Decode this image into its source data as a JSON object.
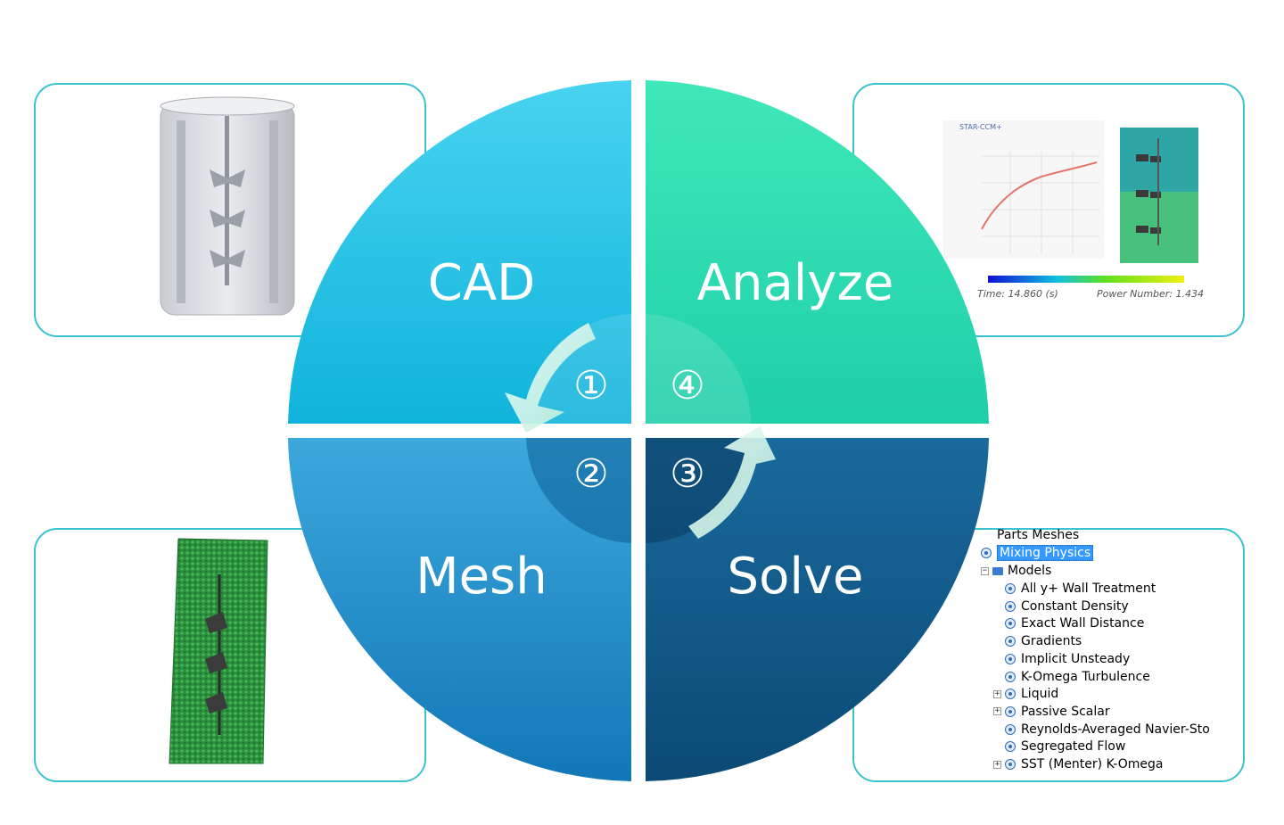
{
  "quadrants": [
    {
      "label": "CAD",
      "number": "①",
      "color": "#1fc5e8"
    },
    {
      "label": "Analyze",
      "number": "④",
      "color": "#2fe0b4"
    },
    {
      "label": "Mesh",
      "number": "②",
      "color": "#1f8fcf"
    },
    {
      "label": "Solve",
      "number": "③",
      "color": "#0d5a88"
    }
  ],
  "analyze_panel": {
    "logo_text": "STAR-CCM+",
    "time_text": "Time: 14.860 (s)",
    "power_text": "Power Number: 1.434"
  },
  "solve_panel": {
    "tree": {
      "header": "Parts Meshes",
      "root": "Mixing Physics",
      "folder": "Models",
      "items": [
        {
          "label": "All y+ Wall Treatment",
          "expandable": false
        },
        {
          "label": "Constant Density",
          "expandable": false
        },
        {
          "label": "Exact Wall Distance",
          "expandable": false
        },
        {
          "label": "Gradients",
          "expandable": false
        },
        {
          "label": "Implicit Unsteady",
          "expandable": false
        },
        {
          "label": "K-Omega Turbulence",
          "expandable": false
        },
        {
          "label": "Liquid",
          "expandable": true
        },
        {
          "label": "Passive Scalar",
          "expandable": true
        },
        {
          "label": "Reynolds-Averaged Navier-Sto",
          "expandable": false
        },
        {
          "label": "Segregated Flow",
          "expandable": false
        },
        {
          "label": "SST (Menter) K-Omega",
          "expandable": true
        }
      ]
    }
  }
}
